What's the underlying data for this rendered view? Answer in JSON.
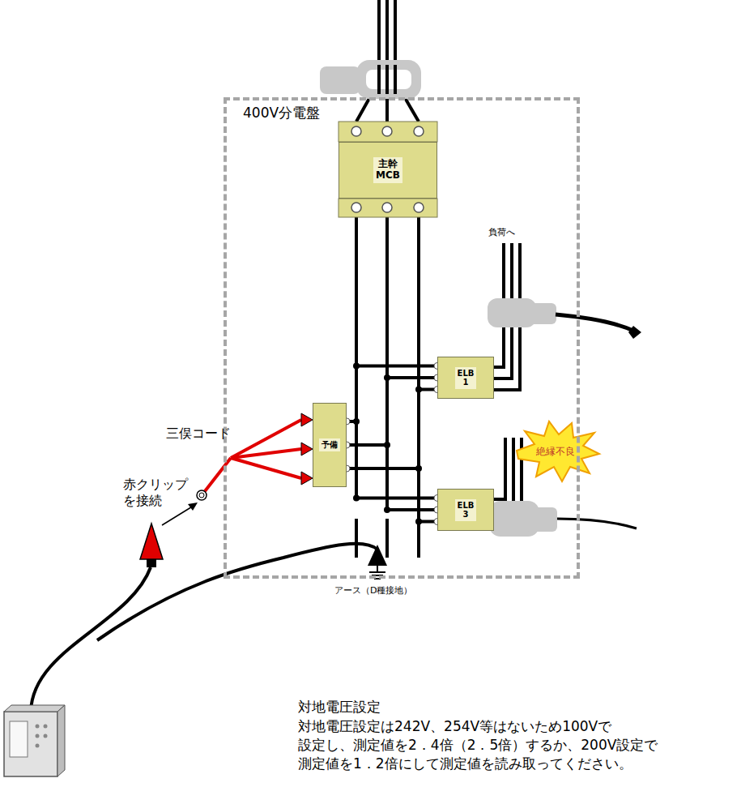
{
  "diagram": {
    "nodes": [
      {
        "text": [
          "400V分電盤"
        ]
      },
      {
        "text": [
          "主幹 MCB"
        ],
        "in": 0
      },
      {
        "text": [
          "ELB 1"
        ],
        "in": 0
      },
      {
        "text": [
          "予備"
        ],
        "in": 0
      },
      {
        "text": [
          "ELB 3"
        ],
        "in": 0
      }
    ],
    "edges": [
      {
        "from": 1,
        "to": 2,
        "arrow": "none"
      },
      {
        "from": 1,
        "to": 3,
        "arrow": "none"
      },
      {
        "from": 1,
        "to": 4,
        "arrow": "none"
      }
    ],
    "labels": [
      "負荷へ",
      "三俣コード",
      "赤クリップ を接続",
      "絶縁不良",
      "アース（D種接地）",
      "対地電圧設定",
      "対地電圧設定は242V、254V等はないため100Vで 設定し、測定値を2．4倍（2．5倍）するか、200V設定で 測定値を1．2倍にして測定値を読み取ってください。"
    ]
  }
}
